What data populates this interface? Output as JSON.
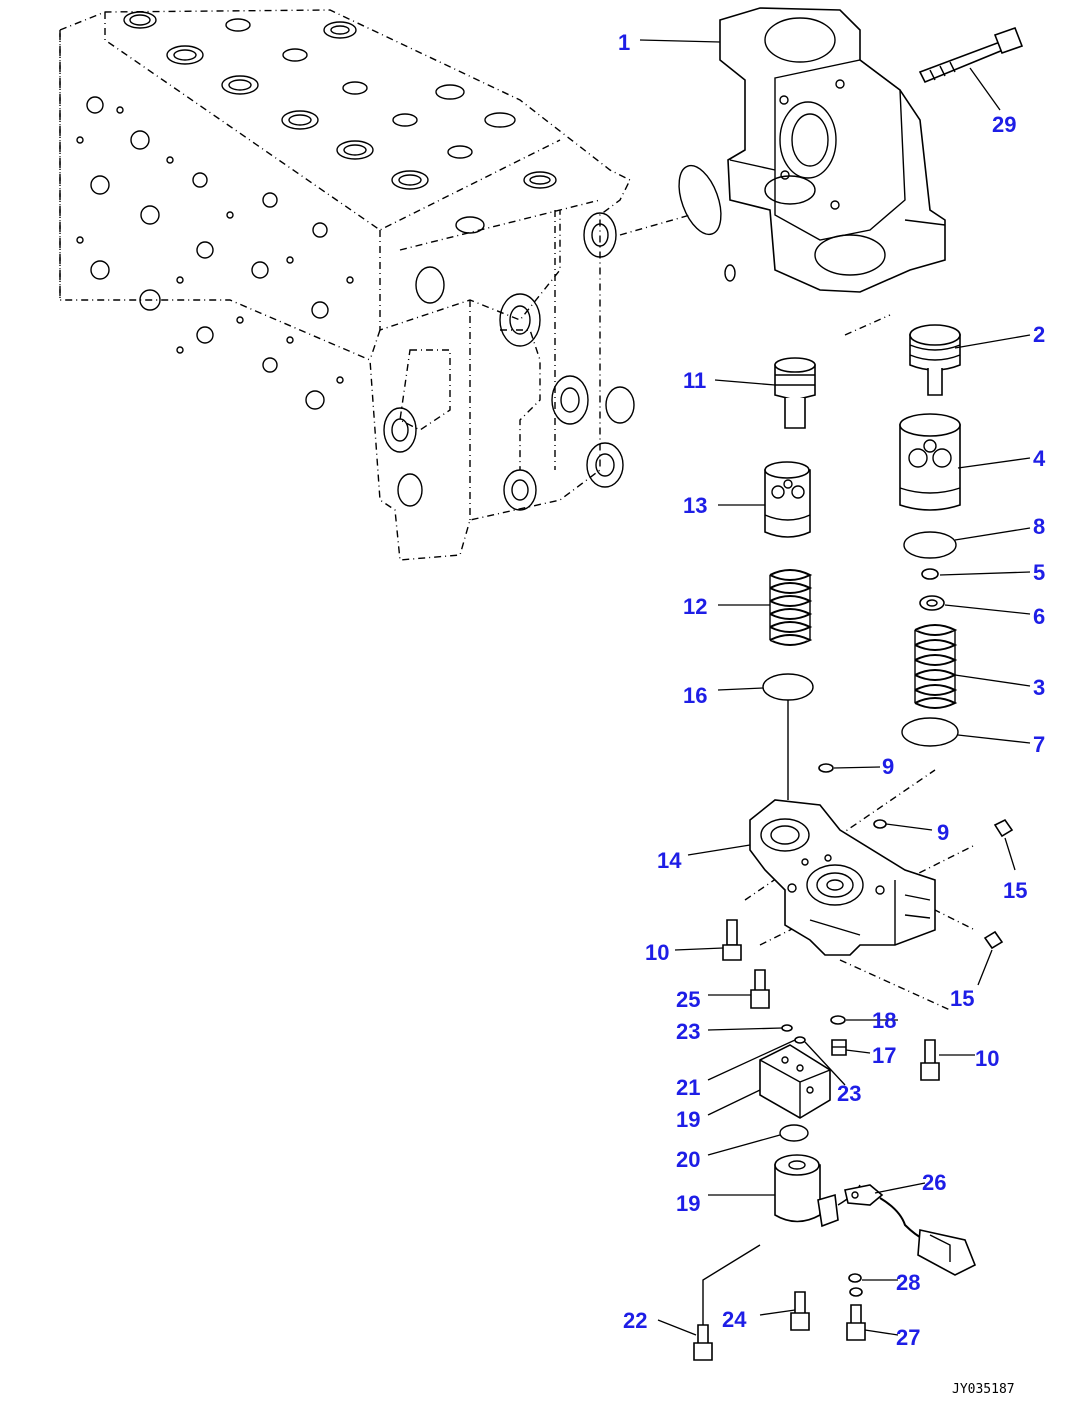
{
  "drawing": {
    "callouts": [
      "1",
      "2",
      "3",
      "4",
      "5",
      "6",
      "7",
      "8",
      "9",
      "9",
      "10",
      "10",
      "11",
      "12",
      "13",
      "14",
      "15",
      "15",
      "16",
      "17",
      "18",
      "19",
      "19",
      "20",
      "21",
      "22",
      "23",
      "23",
      "24",
      "25",
      "26",
      "27",
      "28",
      "29"
    ],
    "drawing_number": "JY035187"
  }
}
